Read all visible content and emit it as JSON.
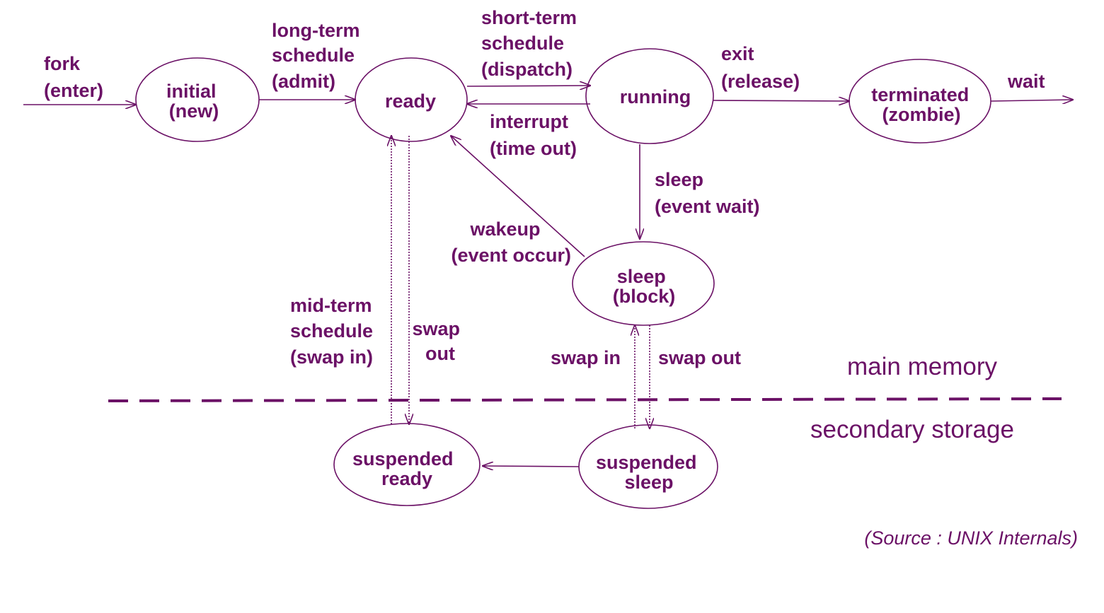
{
  "colors": {
    "primary": "#6b1166",
    "background": "#ffffff"
  },
  "states": {
    "initial": {
      "line1": "initial",
      "line2": "(new)"
    },
    "ready": {
      "line1": "ready"
    },
    "running": {
      "line1": "running"
    },
    "terminated": {
      "line1": "terminated",
      "line2": "(zombie)"
    },
    "sleep": {
      "line1": "sleep",
      "line2": "(block)"
    },
    "suspended_ready": {
      "line1": "suspended",
      "line2": "ready"
    },
    "suspended_sleep": {
      "line1": "suspended",
      "line2": "sleep"
    }
  },
  "transitions": {
    "fork": {
      "line1": "fork",
      "line2": "(enter)"
    },
    "long_term": {
      "line1": "long-term",
      "line2": "schedule",
      "line3": "(admit)"
    },
    "short_term": {
      "line1": "short-term",
      "line2": "schedule",
      "line3": "(dispatch)"
    },
    "interrupt": {
      "line1": "interrupt",
      "line2": "(time out)"
    },
    "exit": {
      "line1": "exit",
      "line2": "(release)"
    },
    "wait": {
      "line1": "wait"
    },
    "sleep_event": {
      "line1": "sleep",
      "line2": "(event wait)"
    },
    "wakeup": {
      "line1": "wakeup",
      "line2": "(event occur)"
    },
    "mid_term": {
      "line1": "mid-term",
      "line2": "schedule",
      "line3": "(swap in)"
    },
    "swap_out_ready": {
      "line1": "swap",
      "line2": "out"
    },
    "swap_in_sleep": {
      "line1": "swap in"
    },
    "swap_out_sleep": {
      "line1": "swap out"
    }
  },
  "regions": {
    "main": "main memory",
    "secondary": "secondary storage"
  },
  "source": "(Source : UNIX Internals)"
}
